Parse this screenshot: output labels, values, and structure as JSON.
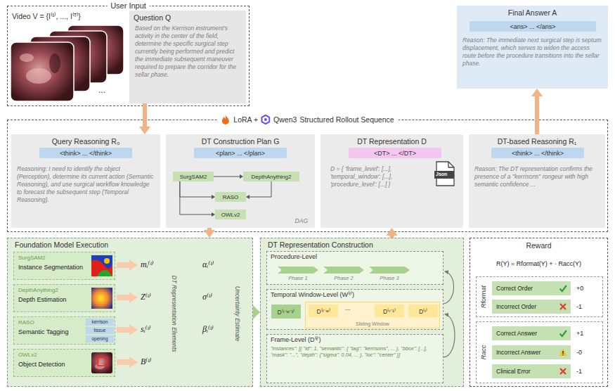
{
  "diagram": {
    "nodes": [
      {
        "text": [
          "User Input"
        ]
      },
      {
        "text": [
          "Question Q",
          "Based on the Kerrison instrument's activity in the center of the field, determine the specific surgical step currently being performed and predict the immediate subsequent maneuver required to prepare the corridor for the sellar phase."
        ],
        "in": 0
      },
      {
        "text": [
          "Final Answer A",
          "Reason: The immediate next surgical step is septum displacement, which serves to widen the access route before the procedure transitions into the sellar phase."
        ]
      },
      {
        "text": [
          "<ans> ... </ans>"
        ],
        "in": 2
      },
      {
        "text": [
          "LoRA +",
          "Qwen3",
          "Structured Rollout Sequence"
        ]
      },
      {
        "text": [
          "Query Reasoning R₀",
          "Reasoning: I need to identify the object (Perception), determine its current action (Semantic Reasoning), and use surgical workflow knowledge to forecast the subsequent step (Temporal Reasoning)."
        ],
        "in": 4
      },
      {
        "text": [
          "<think> ... </think>"
        ],
        "in": 5
      },
      {
        "text": [
          "DT Construction Plan G",
          "DAG"
        ],
        "in": 4
      },
      {
        "text": [
          "<plan> ... </plan>"
        ],
        "in": 7
      },
      {
        "text": [
          "SurgSAM2"
        ],
        "in": 7
      },
      {
        "text": [
          "DepthAnything2"
        ],
        "in": 7
      },
      {
        "text": [
          "RASO"
        ],
        "in": 7
      },
      {
        "text": [
          "OWLv2"
        ],
        "in": 7
      },
      {
        "text": [
          "DT Representation D",
          "D = { 'frame_level': [...], 'temporal_window': [...], 'procedure_level': [...] }"
        ],
        "in": 4
      },
      {
        "text": [
          "<DT> ... </DT>"
        ],
        "in": 13
      },
      {
        "text": [
          "DT-based Reasoning R₁",
          "Reason: The DT representation confirms the presence of a \"kerrisons\" rongeur with high semantic confidence ..."
        ],
        "in": 4
      },
      {
        "text": [
          "<think> ... </think>"
        ],
        "in": 15
      },
      {
        "text": [
          "Foundation Model Execution"
        ]
      },
      {
        "text": [
          "SurgSAM2",
          "Instance Segmentation"
        ],
        "in": 17
      },
      {
        "text": [
          "DepthAnything2",
          "Depth Estimation"
        ],
        "in": 17
      },
      {
        "text": [
          "RASO",
          "Semantic Tagging"
        ],
        "in": 17
      },
      {
        "text": [
          "kerrison"
        ],
        "in": 20
      },
      {
        "text": [
          "tissue"
        ],
        "in": 20
      },
      {
        "text": [
          "opening"
        ],
        "in": 20
      },
      {
        "text": [
          "OWLv2",
          "Object Detection"
        ],
        "in": 17
      },
      {
        "text": [
          "DT Representation Construction"
        ]
      },
      {
        "text": [
          "Procedure-Level"
        ],
        "in": 25
      },
      {
        "text": [
          "Phase 1"
        ],
        "in": 26
      },
      {
        "text": [
          "Phase 2"
        ],
        "in": 26
      },
      {
        "text": [
          "Phase 3"
        ],
        "in": 26
      },
      {
        "text": [
          "Temporal Window-Level (W⁽ᵗ⁾)"
        ],
        "in": 25
      },
      {
        "text": [
          "D⁽ᵗ⁻ʷ⁻¹⁾"
        ],
        "in": 30
      },
      {
        "text": [
          "Sliding Window"
        ],
        "in": 30
      },
      {
        "text": [
          "D⁽ᵗ⁻ʷ⁾"
        ],
        "in": 32
      },
      {
        "text": [
          "D⁽ᵗ⁻¹⁾"
        ],
        "in": 32
      },
      {
        "text": [
          "D⁽ᵗ⁾"
        ],
        "in": 32
      },
      {
        "text": [
          "Frame-Level (D⁽ᵗ⁾)",
          "\"instances\": [{ \"id\": 1, \"semantic\": { \"tag\": \"kerrisons\", ... }, \"bbox\": [...], \"mask\": \"...\", \"depth\": {\"sigma\": 0.04, ... }, \"loc\": \"center\" }]"
        ],
        "in": 25
      },
      {
        "text": [
          "Reward",
          "R(Y) = Rformat(Y) + · Racc(Y)"
        ]
      },
      {
        "text": [
          "Rformat"
        ],
        "in": 37
      },
      {
        "text": [
          "Correct Order",
          "+0"
        ],
        "in": 38
      },
      {
        "text": [
          "Incorrect Order",
          "-1"
        ],
        "in": 38
      },
      {
        "text": [
          "Racc"
        ],
        "in": 37
      },
      {
        "text": [
          "Correct Answer",
          "+1"
        ],
        "in": 41
      },
      {
        "text": [
          "Incorrect Answer",
          "-0"
        ],
        "in": 41
      },
      {
        "text": [
          "Clinical Error",
          "-1"
        ],
        "in": 41
      }
    ],
    "edges": [
      {
        "from": 1,
        "to": 5,
        "arrow": "to"
      },
      {
        "from": 15,
        "to": 2,
        "arrow": "to"
      },
      {
        "from": 7,
        "to": 17,
        "arrow": "to"
      },
      {
        "from": 17,
        "to": 25,
        "arrow": "to"
      },
      {
        "from": 25,
        "to": 13,
        "arrow": "to"
      },
      {
        "from": 9,
        "to": 10,
        "arrow": "to"
      },
      {
        "from": 9,
        "to": 11,
        "arrow": "to"
      },
      {
        "from": 9,
        "to": 12,
        "arrow": "to"
      },
      {
        "from": 10,
        "to": 11,
        "arrow": "to"
      }
    ],
    "labels": [
      "Video V = {I⁽¹⁾, ..., I⁽ᵀ⁾}",
      "...",
      "Json",
      "mᵢ⁽ᵗ⁾",
      "Z⁽ᵗ⁾",
      "sᵢ⁽ᵗ⁾",
      "B⁽ᵗ⁾",
      "DT Representation Elements",
      "αᵢ⁽ᵗ⁾",
      "σ⁽ᵗ⁾",
      "βᵢ⁽ᵗ⁾",
      "Uncertainty Estimate",
      "..."
    ]
  }
}
